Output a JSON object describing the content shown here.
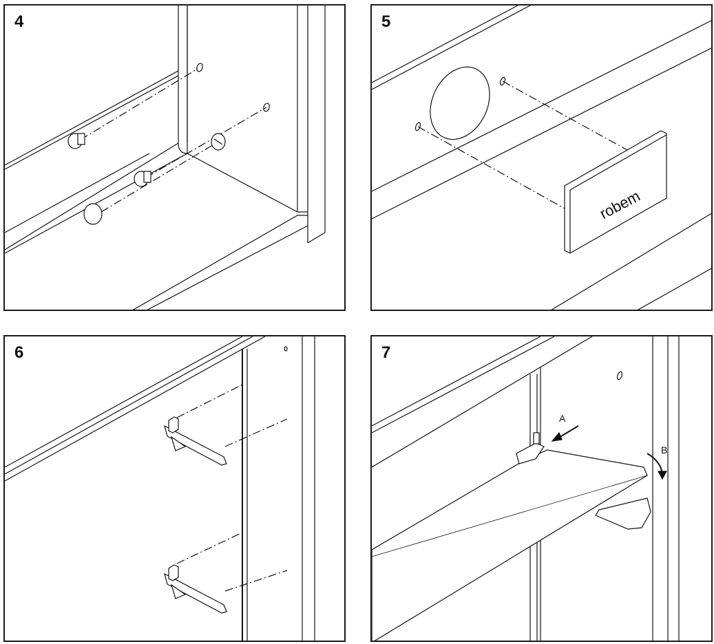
{
  "steps": [
    {
      "number": "4"
    },
    {
      "number": "5",
      "logo_text": "robem"
    },
    {
      "number": "6"
    },
    {
      "number": "7",
      "callouts": {
        "a": "A",
        "b": "B"
      }
    }
  ]
}
